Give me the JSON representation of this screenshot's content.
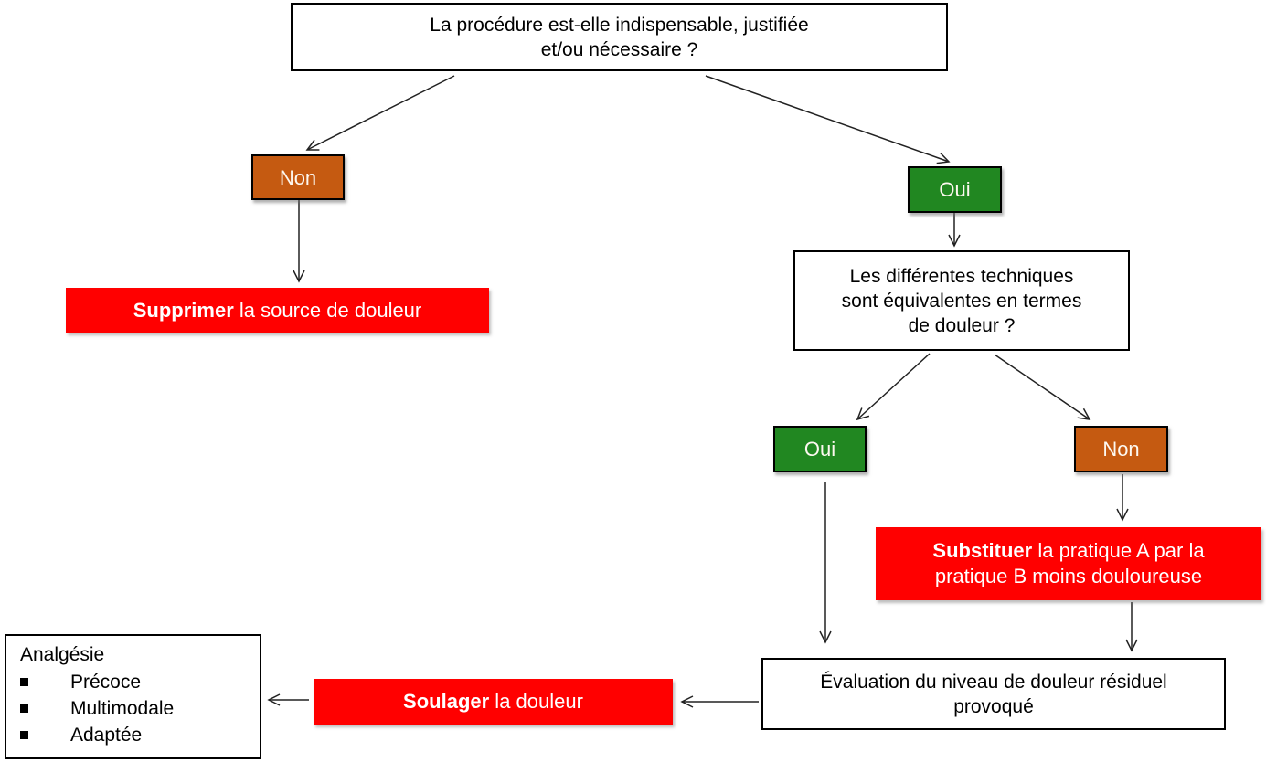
{
  "diagram": {
    "colors": {
      "yes_green": "#218721",
      "no_orange": "#C55A11",
      "action_red": "#FF0000",
      "box_border": "#000000",
      "line_color": "#222222"
    },
    "nodes": {
      "q1": {
        "line1": "La procédure est-elle indispensable, justifiée",
        "line2": "et/ou nécessaire ?"
      },
      "no1": {
        "label": "Non"
      },
      "yes1": {
        "label": "Oui"
      },
      "suppress": {
        "bold": "Supprimer",
        "rest": " la source de douleur"
      },
      "q2": {
        "line1": "Les différentes techniques",
        "line2": "sont équivalentes en termes",
        "line3": "de douleur ?"
      },
      "yes2": {
        "label": "Oui"
      },
      "no2": {
        "label": "Non"
      },
      "substitute": {
        "bold": "Substituer",
        "rest1": " la pratique A par la",
        "rest2": "pratique B moins douloureuse"
      },
      "evaluation": {
        "line1": "Évaluation du niveau de douleur résiduel",
        "line2": "provoqué"
      },
      "relieve": {
        "bold": "Soulager",
        "rest": " la douleur"
      },
      "analgesia": {
        "title": "Analgésie",
        "items": [
          "Précoce",
          "Multimodale",
          "Adaptée"
        ]
      }
    }
  }
}
